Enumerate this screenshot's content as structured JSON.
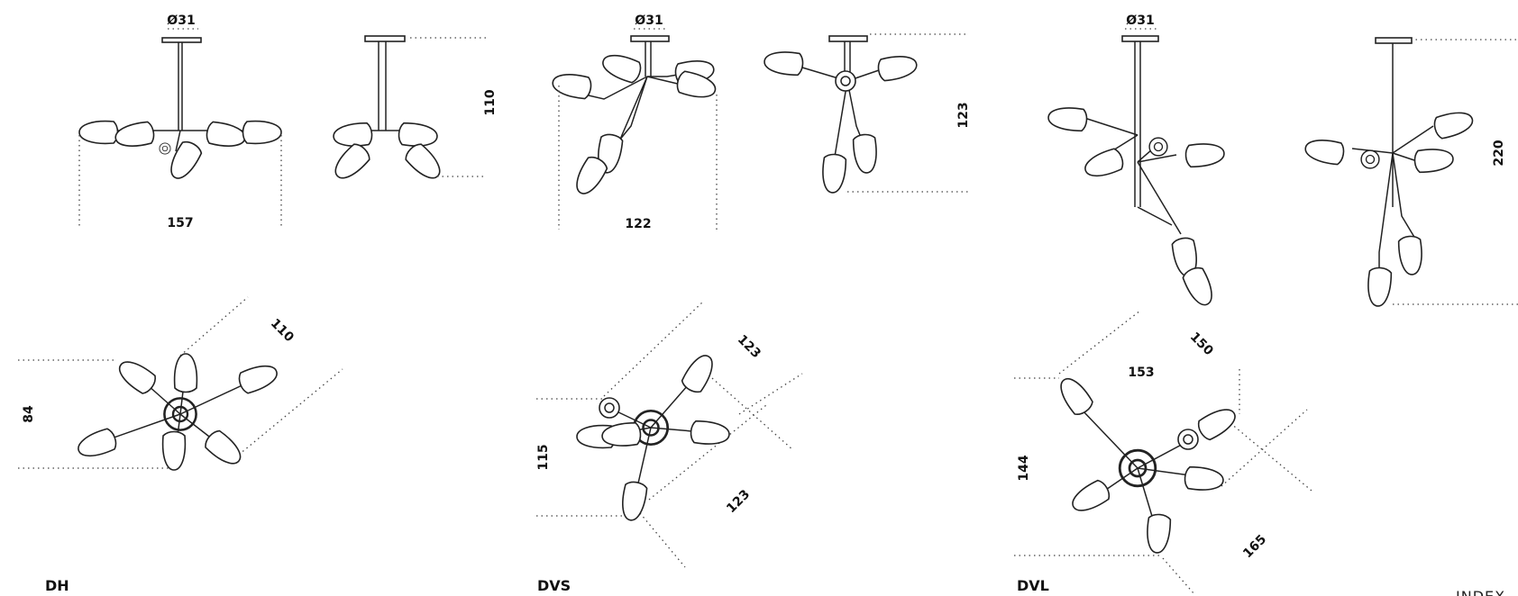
{
  "models": [
    {
      "id": "dh",
      "label": "DH"
    },
    {
      "id": "dvs",
      "label": "DVS"
    },
    {
      "id": "dvl",
      "label": "DVL"
    }
  ],
  "dimensions": {
    "dh_canopy": "Ø31",
    "dh_width": "157",
    "dh_height": "110",
    "dh_plan_depth": "84",
    "dh_plan_diag": "110",
    "dvs_canopy": "Ø31",
    "dvs_width": "122",
    "dvs_height": "123",
    "dvs_plan_a": "115",
    "dvs_plan_b": "123",
    "dvs_plan_c": "123",
    "dvl_canopy": "Ø31",
    "dvl_height": "220",
    "dvl_plan_a": "150",
    "dvl_plan_b": "153",
    "dvl_plan_c": "144",
    "dvl_plan_d": "165"
  },
  "footer": {
    "index_label": "INDEX"
  }
}
